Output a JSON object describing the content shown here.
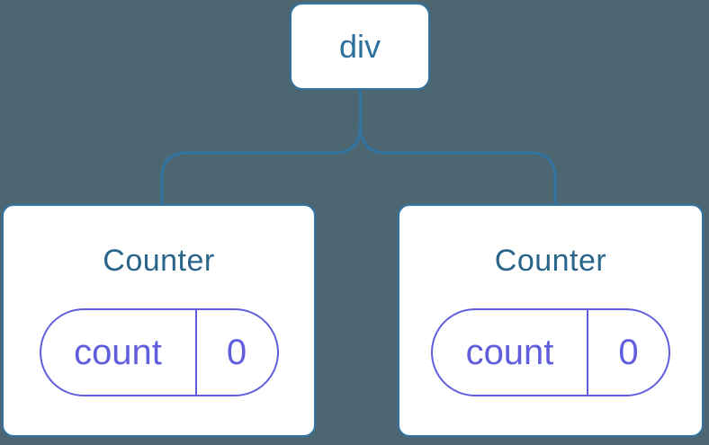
{
  "diagram": {
    "type": "component-tree",
    "colors": {
      "background": "#4C6772",
      "node_border_blue": "#3173A1",
      "root_label_blue": "#2D6F9D",
      "component_label_blue": "#2A648B",
      "state_purple": "#615EDE",
      "node_fill": "#FFFFFF"
    },
    "root": {
      "label": "div"
    },
    "children": [
      {
        "label": "Counter",
        "state": {
          "key": "count",
          "value": "0"
        }
      },
      {
        "label": "Counter",
        "state": {
          "key": "count",
          "value": "0"
        }
      }
    ]
  }
}
